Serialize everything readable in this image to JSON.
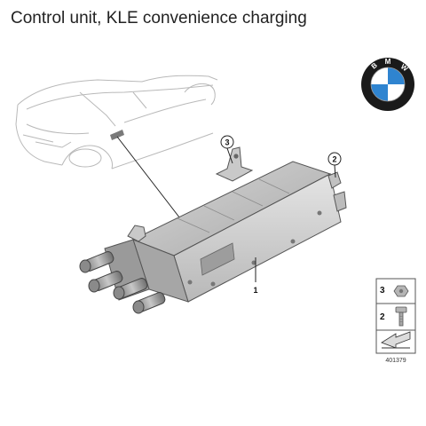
{
  "header": {
    "title": "Control unit, KLE convenience charging"
  },
  "brand": {
    "name": "BMW",
    "letters": [
      "B",
      "M",
      "W"
    ],
    "colors": {
      "blue": "#2f84d0",
      "ring": "#1a1a1a",
      "white": "#ffffff"
    }
  },
  "callouts": [
    {
      "number": "1",
      "part": "control unit"
    },
    {
      "number": "2",
      "part": "bolt"
    },
    {
      "number": "3",
      "part": "nut"
    }
  ],
  "legend": {
    "items": [
      {
        "number": "3",
        "icon": "hex-nut-icon"
      },
      {
        "number": "2",
        "icon": "bolt-icon"
      }
    ],
    "arrow_icon": "direction-arrow-icon",
    "diagram_id": "401379"
  }
}
